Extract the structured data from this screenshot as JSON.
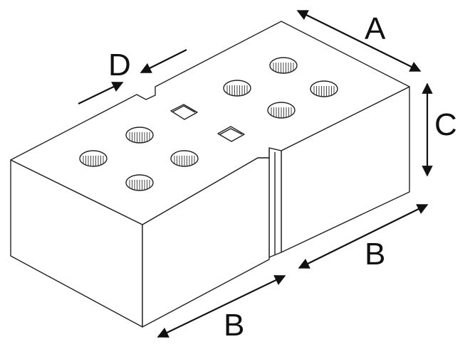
{
  "diagram": {
    "labels": {
      "a": "A",
      "b_right": "B",
      "b_front": "B",
      "c": "C",
      "d": "D"
    },
    "holes_round": 8,
    "holes_square": 2,
    "colors": {
      "line": "#222222",
      "background": "#ffffff"
    }
  }
}
